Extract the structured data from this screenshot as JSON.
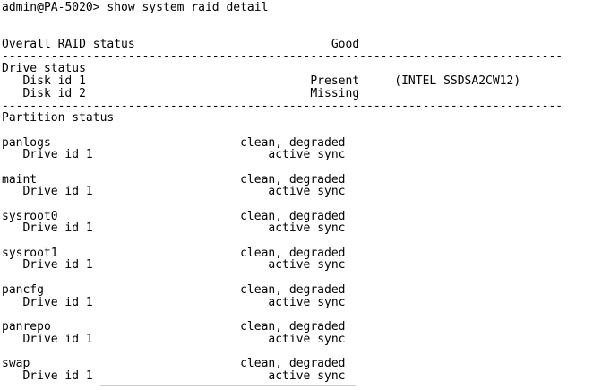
{
  "terminal": {
    "prompt": "admin@PA-5020>",
    "command": "show system raid detail"
  },
  "separator": "--------------------------------------------------------------------------------",
  "overall": {
    "label": "Overall RAID status",
    "value": "Good"
  },
  "drive_status": {
    "heading": "Drive status",
    "disks": [
      {
        "id": "Disk id 1",
        "state": "Present",
        "model": "(INTEL SSDSA2CW12)"
      },
      {
        "id": "Disk id 2",
        "state": "Missing",
        "model": ""
      }
    ]
  },
  "partition_status": {
    "heading": "Partition status",
    "partitions": [
      {
        "name": "panlogs",
        "state": "clean, degraded",
        "drive_id": "Drive id 1",
        "drive_state": "active sync"
      },
      {
        "name": "maint",
        "state": "clean, degraded",
        "drive_id": "Drive id 1",
        "drive_state": "active sync"
      },
      {
        "name": "sysroot0",
        "state": "clean, degraded",
        "drive_id": "Drive id 1",
        "drive_state": "active sync"
      },
      {
        "name": "sysroot1",
        "state": "clean, degraded",
        "drive_id": "Drive id 1",
        "drive_state": "active sync"
      },
      {
        "name": "pancfg",
        "state": "clean, degraded",
        "drive_id": "Drive id 1",
        "drive_state": "active sync"
      },
      {
        "name": "panrepo",
        "state": "clean, degraded",
        "drive_id": "Drive id 1",
        "drive_state": "active sync"
      },
      {
        "name": "swap",
        "state": "clean, degraded",
        "drive_id": "Drive id 1",
        "drive_state": "active sync"
      }
    ]
  },
  "colors": {
    "background": "#ffffff",
    "text": "#000000",
    "artifact_line": "#cccccc"
  }
}
